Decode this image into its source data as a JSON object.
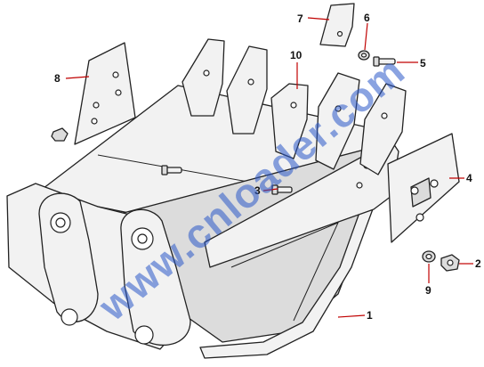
{
  "diagram": {
    "callouts": [
      {
        "id": "c1",
        "label": "1"
      },
      {
        "id": "c2",
        "label": "2"
      },
      {
        "id": "c3",
        "label": "3"
      },
      {
        "id": "c4",
        "label": "4"
      },
      {
        "id": "c5",
        "label": "5"
      },
      {
        "id": "c6",
        "label": "6"
      },
      {
        "id": "c7",
        "label": "7"
      },
      {
        "id": "c8",
        "label": "8"
      },
      {
        "id": "c9",
        "label": "9"
      },
      {
        "id": "c10",
        "label": "10"
      }
    ],
    "watermark": "www.cnloader.com",
    "colors": {
      "leader": "#c00000",
      "watermark": "#2a57c8",
      "outline": "#222222"
    }
  }
}
